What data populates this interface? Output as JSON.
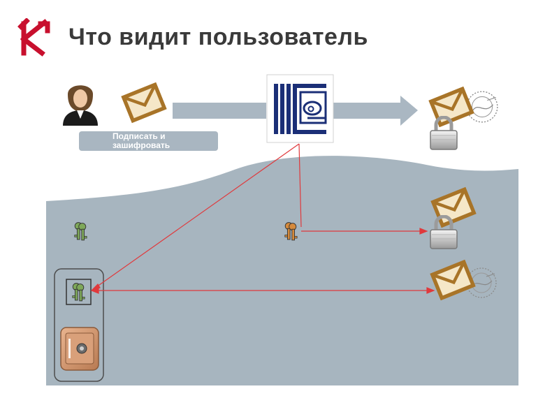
{
  "title": "Что видит пользователь",
  "action_label": {
    "line1": "Подписать и",
    "line2": "зашифровать"
  },
  "colors": {
    "brand_red": "#c8102e",
    "title_text": "#3a3a3a",
    "background_area": "#a7b5bf",
    "arrow": "#aab7c2",
    "connector": "#e0393c",
    "envelope": "#a87428",
    "key_green": "#7ea85a",
    "key_orange": "#d58a3c"
  },
  "icons": [
    "company-logo-icon",
    "user-avatar-icon",
    "envelope-icon",
    "crypto-provider-icon",
    "signed-encrypted-envelope-icon",
    "public-key-icon",
    "recipient-key-icon",
    "encrypted-envelope-icon",
    "private-key-icon",
    "signed-envelope-icon",
    "safe-icon"
  ]
}
